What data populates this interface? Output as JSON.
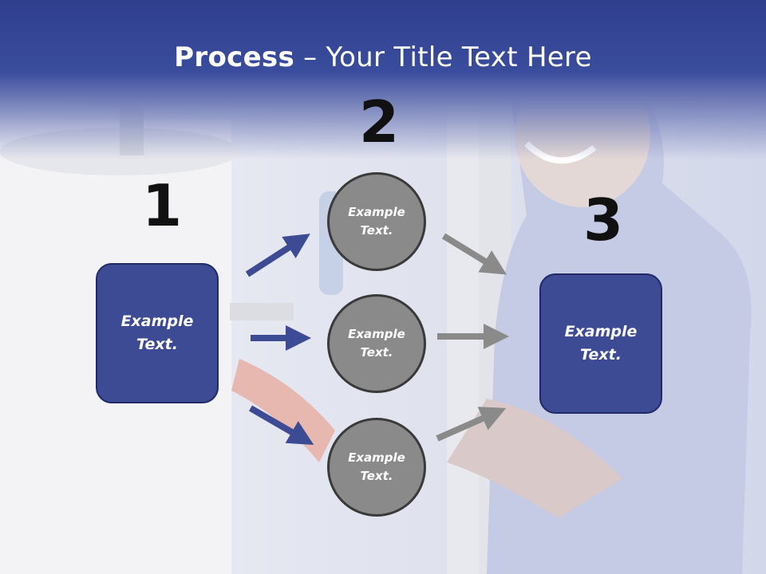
{
  "title": {
    "bold": "Process",
    "rest": " – Your Title Text Here"
  },
  "steps": [
    {
      "number": "1",
      "label": "Example Text."
    },
    {
      "number": "2",
      "items": [
        "Example Text.",
        "Example Text.",
        "Example Text."
      ]
    },
    {
      "number": "3",
      "label": "Example Text."
    }
  ],
  "colors": {
    "header": "#3a4c9c",
    "box_fill": "#3d4a94",
    "circle_fill": "#8a8a8a",
    "arrow_blue": "#3d4a94",
    "arrow_gray": "#8a8a8a"
  }
}
